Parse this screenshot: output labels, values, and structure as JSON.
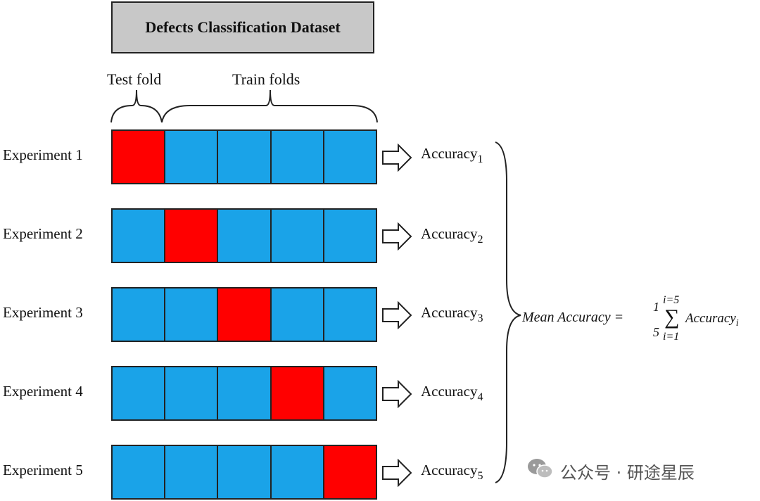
{
  "dataset_title": "Defects Classification Dataset",
  "test_fold_label": "Test fold",
  "train_folds_label": "Train folds",
  "experiments": [
    {
      "label": "Experiment 1",
      "test_index": 0,
      "acc_text": "Accuracy",
      "acc_sub": "1"
    },
    {
      "label": "Experiment 2",
      "test_index": 1,
      "acc_text": "Accuracy",
      "acc_sub": "2"
    },
    {
      "label": "Experiment 3",
      "test_index": 2,
      "acc_text": "Accuracy",
      "acc_sub": "3"
    },
    {
      "label": "Experiment 4",
      "test_index": 3,
      "acc_text": "Accuracy",
      "acc_sub": "4"
    },
    {
      "label": "Experiment 5",
      "test_index": 4,
      "acc_text": "Accuracy",
      "acc_sub": "5"
    }
  ],
  "folds_per_row": 5,
  "formula": {
    "lhs": "Mean Accuracy =",
    "numerator": "1",
    "denominator": "5",
    "upper": "i=5",
    "lower": "i=1",
    "sigma": "∑",
    "term": "Accuracy",
    "term_sub": "i"
  },
  "watermark": "公众号 · 研途星辰",
  "colors": {
    "train": "#1aa3e8",
    "test": "#ff0000",
    "dataset_box": "#c8c8c8"
  }
}
